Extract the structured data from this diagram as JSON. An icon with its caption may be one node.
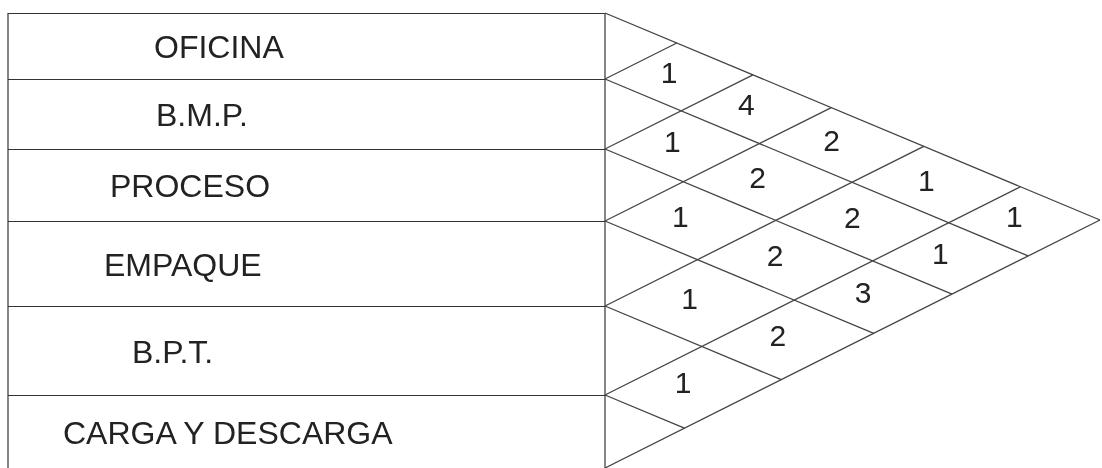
{
  "diagram": {
    "nodes": [
      {
        "text": [
          "OFICINA"
        ]
      },
      {
        "text": [
          "B.M.P."
        ]
      },
      {
        "text": [
          "PROCESO"
        ]
      },
      {
        "text": [
          "EMPAQUE"
        ]
      },
      {
        "text": [
          "B.P.T."
        ]
      },
      {
        "text": [
          "CARGA Y DESCARGA"
        ]
      }
    ],
    "labels": [
      "1",
      "4",
      "2",
      "1",
      "1",
      "1",
      "2",
      "2",
      "1",
      "1",
      "2",
      "3",
      "1",
      "2",
      "1"
    ]
  }
}
